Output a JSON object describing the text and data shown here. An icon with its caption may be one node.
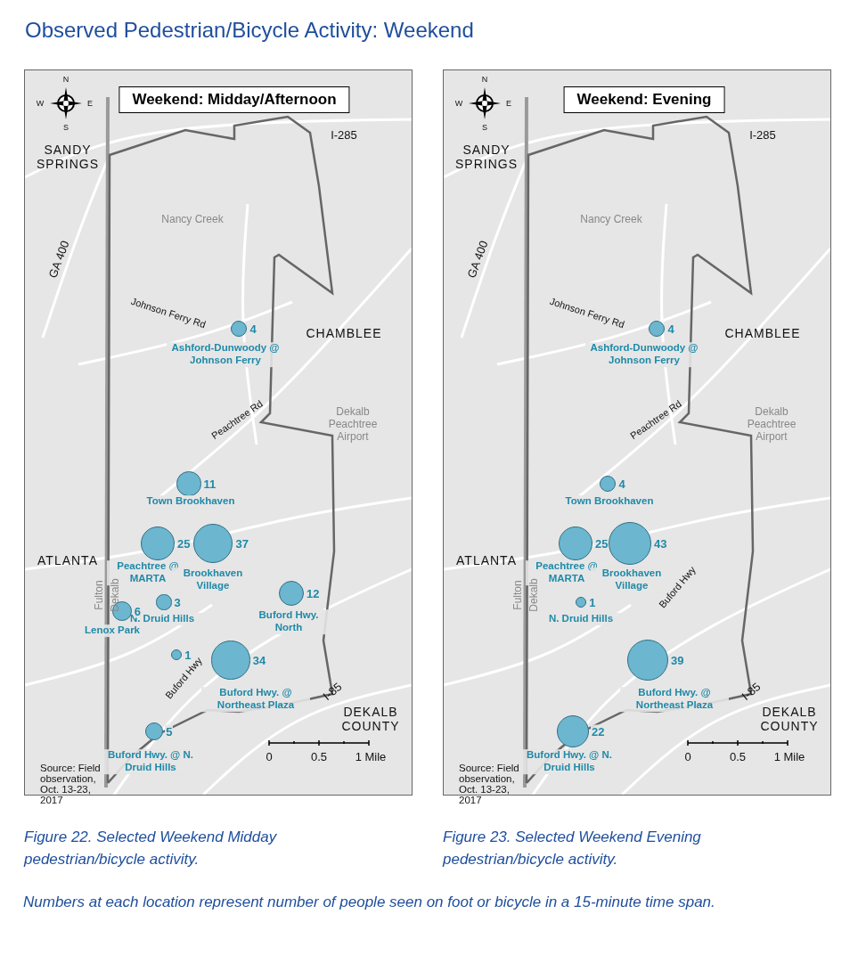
{
  "diagram": {
    "title": "Observed Pedestrian/Bicycle Activity: Weekend",
    "caption": "Numbers at each location represent number of people seen on foot or bicycle in a 15-minute time span.",
    "nodes": [
      {
        "text": [],
        "shape": "box",
        "beside": [
          "Figure 22. Selected Weekend Midday pedestrian/bicycle activity."
        ]
      },
      {
        "text": [
          "Weekend: Midday/Afternoon"
        ],
        "in": 0
      },
      {
        "text": [],
        "shape": "circle",
        "in": 0,
        "beside": [
          "4",
          "Ashford-Dunwoody @ Johnson Ferry"
        ]
      },
      {
        "text": [],
        "shape": "circle",
        "in": 0,
        "beside": [
          "11",
          "Town Brookhaven"
        ]
      },
      {
        "text": [],
        "shape": "circle",
        "in": 0,
        "beside": [
          "25",
          "Peachtree @ MARTA"
        ]
      },
      {
        "text": [],
        "shape": "circle",
        "in": 0,
        "beside": [
          "37",
          "Brookhaven Village"
        ]
      },
      {
        "text": [],
        "shape": "circle",
        "in": 0,
        "beside": [
          "12",
          "Buford Hwy. North"
        ]
      },
      {
        "text": [],
        "shape": "circle",
        "in": 0,
        "beside": [
          "3",
          "N. Druid Hills"
        ]
      },
      {
        "text": [],
        "shape": "circle",
        "in": 0,
        "beside": [
          "6",
          "Lenox Park"
        ]
      },
      {
        "text": [],
        "shape": "circle",
        "in": 0,
        "beside": [
          "1"
        ]
      },
      {
        "text": [],
        "shape": "circle",
        "in": 0,
        "beside": [
          "34",
          "Buford Hwy. @ Northeast Plaza"
        ]
      },
      {
        "text": [],
        "shape": "circle",
        "in": 0,
        "beside": [
          "5",
          "Buford Hwy. @ N. Druid Hills"
        ]
      },
      {
        "text": [],
        "shape": "box",
        "beside": [
          "Figure 23. Selected Weekend Evening pedestrian/bicycle activity."
        ]
      },
      {
        "text": [
          "Weekend: Evening"
        ],
        "in": 12
      },
      {
        "text": [],
        "shape": "circle",
        "in": 12,
        "beside": [
          "4",
          "Ashford-Dunwoody @ Johnson Ferry"
        ]
      },
      {
        "text": [],
        "shape": "circle",
        "in": 12,
        "beside": [
          "4",
          "Town Brookhaven"
        ]
      },
      {
        "text": [],
        "shape": "circle",
        "in": 12,
        "beside": [
          "25",
          "Peachtree @ MARTA"
        ]
      },
      {
        "text": [],
        "shape": "circle",
        "in": 12,
        "beside": [
          "43",
          "Brookhaven Village"
        ]
      },
      {
        "text": [],
        "shape": "circle",
        "in": 12,
        "beside": [
          "1",
          "N. Druid Hills"
        ]
      },
      {
        "text": [],
        "shape": "circle",
        "in": 12,
        "beside": [
          "39",
          "Buford Hwy. @ Northeast Plaza"
        ]
      },
      {
        "text": [],
        "shape": "circle",
        "in": 12,
        "beside": [
          "22",
          "Buford Hwy. @ N. Druid Hills"
        ]
      }
    ],
    "edges": [],
    "labels": [
      "N",
      "W",
      "E",
      "S",
      "SANDY SPRINGS",
      "I-285",
      "GA 400",
      "Nancy Creek",
      "Johnson Ferry Rd",
      "CHAMBLEE",
      "Peachtree Rd",
      "Dekalb Peachtree Airport",
      "ATLANTA",
      "Fulton",
      "Dekalb",
      "Buford Hwy",
      "I-85",
      "DEKALB COUNTY",
      "0",
      "0.5",
      "1 Mile",
      "Source: Field observation, Oct. 13-23, 2017",
      "N",
      "W",
      "E",
      "S",
      "SANDY SPRINGS",
      "I-285",
      "GA 400",
      "Nancy Creek",
      "Johnson Ferry Rd",
      "CHAMBLEE",
      "Peachtree Rd",
      "Dekalb Peachtree Airport",
      "ATLANTA",
      "Fulton",
      "Dekalb",
      "Buford Hwy",
      "I-85",
      "DEKALB COUNTY",
      "0",
      "0.5",
      "1 Mile",
      "Source: Field observation, Oct. 13-23, 2017"
    ]
  }
}
